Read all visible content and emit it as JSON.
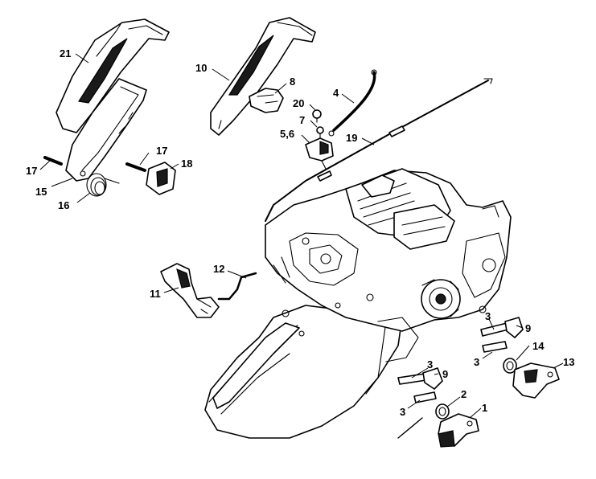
{
  "callouts": {
    "n21": "21",
    "n10": "10",
    "n8": "8",
    "n4": "4",
    "n20": "20",
    "n7": "7",
    "n56": "5,6",
    "n19": "19",
    "n17a": "17",
    "n17b": "17",
    "n18": "18",
    "n15": "15",
    "n16": "16",
    "n12": "12",
    "n11": "11",
    "n3a": "3",
    "n9a": "9",
    "n3b": "3",
    "n14": "14",
    "n13": "13",
    "n3c": "3",
    "n9b": "9",
    "n3d": "3",
    "n2": "2",
    "n1": "1"
  }
}
